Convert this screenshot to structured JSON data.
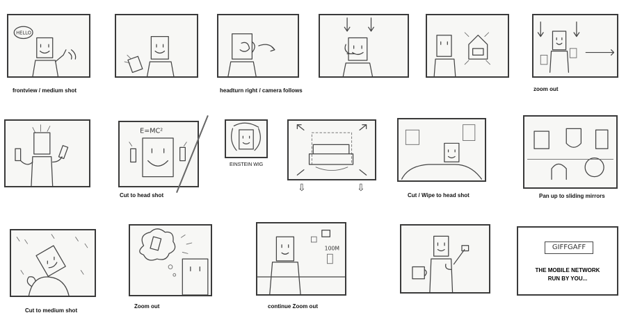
{
  "captions": {
    "c1": "frontview / medium shot",
    "c3": "headturn right / camera follows",
    "c6": "zoom out",
    "c8": "Cut to head shot",
    "c10": "Cut  / Wipe to head shot",
    "c11": "Pan up to sliding mirrors",
    "c12": "Cut to medium shot",
    "c13": "Zoom out",
    "c14": "continue Zoom out"
  },
  "sketch_text": {
    "hello": "HELLO",
    "formula": "E=MC²",
    "einstein": "EINSTEIN WIG",
    "distance": "100M"
  },
  "end_card": {
    "logo": "GIFFGAFF",
    "line1": "THE MOBILE NETWORK",
    "line2": "RUN BY YOU..."
  }
}
